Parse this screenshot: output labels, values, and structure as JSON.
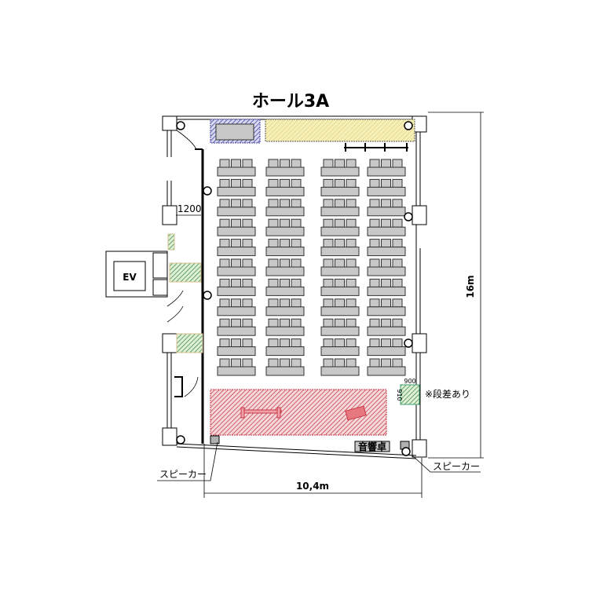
{
  "title": "ホール3A",
  "labels": {
    "door_width": "1200",
    "elevator": "EV",
    "step_note": "※段差あり",
    "step_width": "900",
    "step_depth": "910",
    "sound_desk": "音響卓",
    "speaker_left": "スピーカー",
    "speaker_right": "スピーカー"
  },
  "dimensions": {
    "height": "16m",
    "width": "10,4m"
  },
  "seating": {
    "columns": 4,
    "rows": 11,
    "chairs_per_desk": 3
  },
  "colors": {
    "desk": "#c8c8c8",
    "stage_hatch": "#d04050",
    "yellow_area": "#f0e8a0",
    "blue_area": "#5050b0",
    "green_area": "#50a070"
  }
}
